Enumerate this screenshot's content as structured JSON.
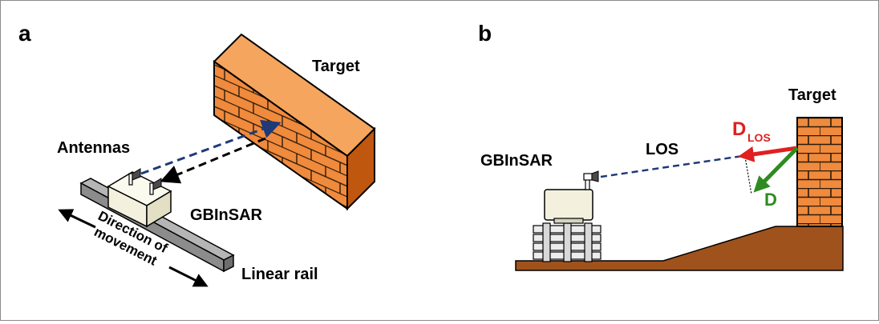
{
  "panels": [
    {
      "id": "a",
      "label": "a",
      "labels": {
        "target": "Target",
        "antennas": "Antennas",
        "gbinsar": "GBInSAR",
        "direction_line1": "Direction of",
        "direction_line2": "movement",
        "linear_rail": "Linear rail"
      }
    },
    {
      "id": "b",
      "label": "b",
      "labels": {
        "target": "Target",
        "gbinsar": "GBInSAR",
        "los": "LOS",
        "d_los_main": "D",
        "d_los_sub": "LOS",
        "d": "D"
      }
    }
  ],
  "colors": {
    "brick_face": "#F08A3C",
    "brick_top": "#F5A55E",
    "brick_side": "#C0570E",
    "ground": "#A0521C",
    "device": "#F3F1DE",
    "rail": "#8C8C8C",
    "los_line": "#1F3A78",
    "d_los_arrow": "#E02020",
    "d_arrow": "#2E8B22"
  }
}
